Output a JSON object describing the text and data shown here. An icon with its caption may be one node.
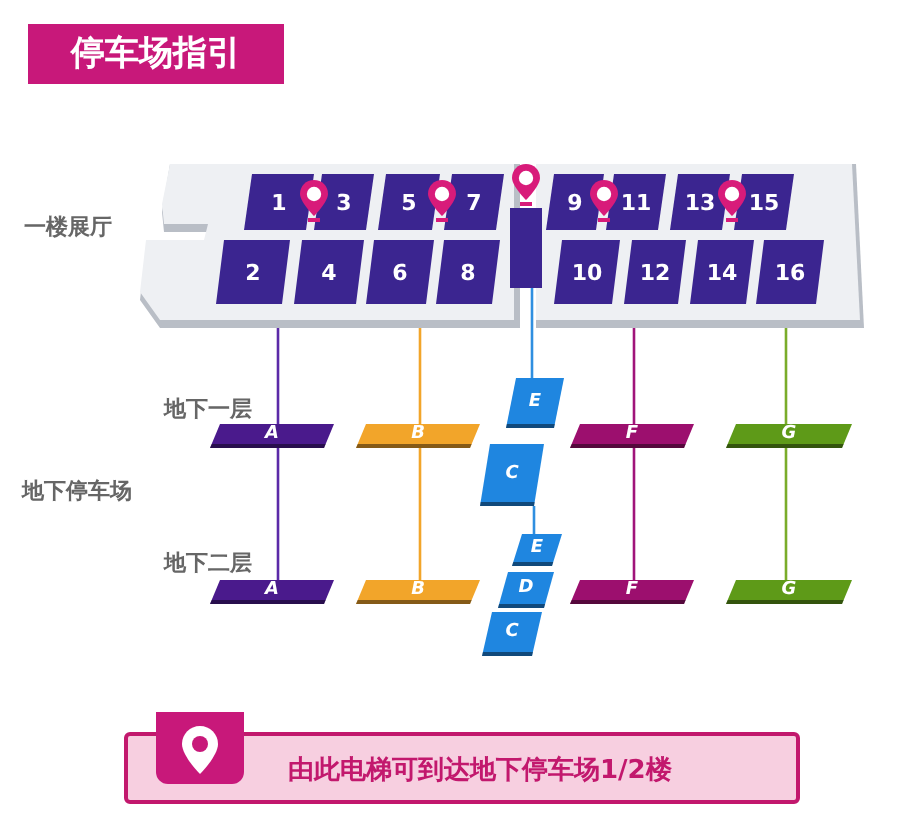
{
  "diagram": {
    "title": "停车场指引",
    "nodes": [
      {
        "text": [],
        "shape": "box"
      },
      {
        "text": [
          "1"
        ],
        "in": 0
      },
      {
        "text": [
          "3"
        ],
        "in": 0
      },
      {
        "text": [
          "5"
        ],
        "in": 0
      },
      {
        "text": [
          "7"
        ],
        "in": 0
      },
      {
        "text": [
          "2"
        ],
        "in": 0
      },
      {
        "text": [
          "4"
        ],
        "in": 0
      },
      {
        "text": [
          "6"
        ],
        "in": 0
      },
      {
        "text": [
          "8"
        ],
        "in": 0
      },
      {
        "text": [],
        "shape": "box"
      },
      {
        "text": [
          "9"
        ],
        "in": 9
      },
      {
        "text": [
          "11"
        ],
        "in": 9
      },
      {
        "text": [
          "13"
        ],
        "in": 9
      },
      {
        "text": [
          "15"
        ],
        "in": 9
      },
      {
        "text": [
          "10"
        ],
        "in": 9
      },
      {
        "text": [
          "12"
        ],
        "in": 9
      },
      {
        "text": [
          "14"
        ],
        "in": 9
      },
      {
        "text": [
          "16"
        ],
        "in": 9
      },
      {
        "text": [],
        "shape": "bar"
      },
      {
        "text": [
          "E"
        ]
      },
      {
        "text": [
          "A"
        ]
      },
      {
        "text": [
          "B"
        ]
      },
      {
        "text": [
          "F"
        ]
      },
      {
        "text": [
          "G"
        ]
      },
      {
        "text": [
          "C"
        ]
      },
      {
        "text": [
          "E"
        ]
      },
      {
        "text": [
          "A"
        ]
      },
      {
        "text": [
          "B"
        ]
      },
      {
        "text": [
          "D"
        ]
      },
      {
        "text": [
          "F"
        ]
      },
      {
        "text": [
          "G"
        ]
      },
      {
        "text": [
          "C"
        ]
      },
      {
        "text": [
          "由此电梯可到达地下停车场1/2楼"
        ]
      }
    ],
    "edges": [
      {
        "from": 0,
        "to": 20,
        "arrow": "none",
        "color": "#5b2aa8"
      },
      {
        "from": 0,
        "to": 21,
        "arrow": "none",
        "color": "#f2a52a"
      },
      {
        "from": 18,
        "to": 19,
        "arrow": "none",
        "color": "#2f8fe0"
      },
      {
        "from": 9,
        "to": 22,
        "arrow": "none",
        "color": "#a0147a"
      },
      {
        "from": 9,
        "to": 23,
        "arrow": "none",
        "color": "#7aac2a"
      },
      {
        "from": 20,
        "to": 26,
        "arrow": "none",
        "color": "#5b2aa8"
      },
      {
        "from": 21,
        "to": 27,
        "arrow": "none",
        "color": "#f2a52a"
      },
      {
        "from": 24,
        "to": 25,
        "arrow": "none",
        "color": "#2f8fe0"
      },
      {
        "from": 22,
        "to": 29,
        "arrow": "none",
        "color": "#a0147a"
      },
      {
        "from": 23,
        "to": 30,
        "arrow": "none",
        "color": "#7aac2a"
      }
    ],
    "labels": [
      "一楼展厅",
      "地下一层",
      "地下停车场",
      "地下二层"
    ]
  }
}
